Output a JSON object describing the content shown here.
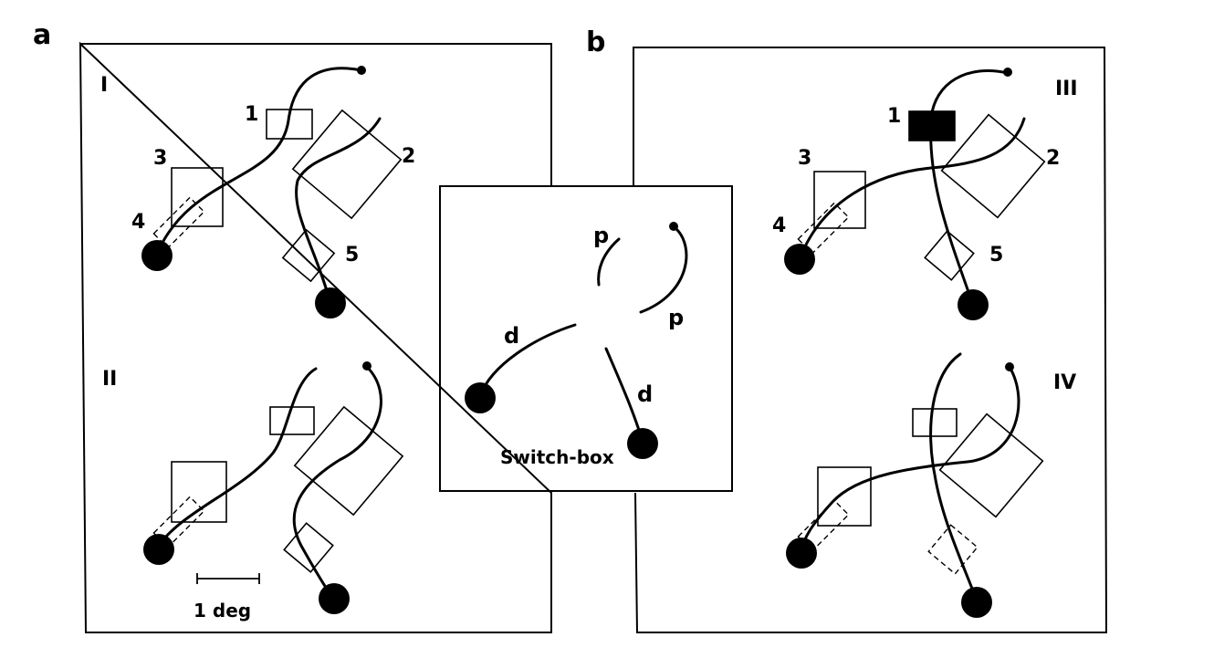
{
  "panel_labels": {
    "a": "a",
    "b": "b"
  },
  "subpanel_labels": {
    "I": "I",
    "II": "II",
    "III": "III",
    "IV": "IV"
  },
  "rf_numbers": {
    "n1": "1",
    "n2": "2",
    "n3": "3",
    "n4": "4",
    "n5": "5"
  },
  "switch_box": {
    "title": "Switch-box",
    "proximal": "p",
    "distal": "d"
  },
  "scale_bar": {
    "label": "1 deg"
  }
}
